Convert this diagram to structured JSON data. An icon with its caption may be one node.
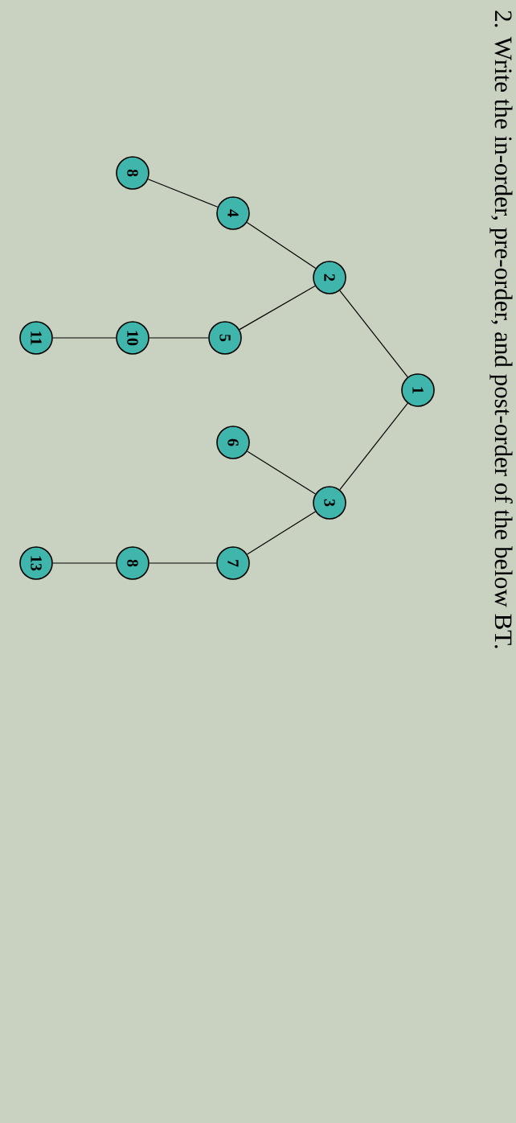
{
  "diagram": {
    "title": "2. Write the in-order, pre-order, and post-order of the below BT.",
    "nodes": [
      {
        "text": [
          "1"
        ]
      },
      {
        "text": [
          "2"
        ]
      },
      {
        "text": [
          "3"
        ]
      },
      {
        "text": [
          "4"
        ]
      },
      {
        "text": [
          "5"
        ]
      },
      {
        "text": [
          "6"
        ]
      },
      {
        "text": [
          "7"
        ]
      },
      {
        "text": [
          "8"
        ]
      },
      {
        "text": [
          "10"
        ]
      },
      {
        "text": [
          "8"
        ]
      },
      {
        "text": [
          "11"
        ]
      },
      {
        "text": [
          "13"
        ]
      }
    ],
    "edges": [
      {
        "from": 0,
        "to": 1,
        "arrow": "none"
      },
      {
        "from": 0,
        "to": 2,
        "arrow": "none"
      },
      {
        "from": 1,
        "to": 3,
        "arrow": "none"
      },
      {
        "from": 1,
        "to": 4,
        "arrow": "none"
      },
      {
        "from": 2,
        "to": 5,
        "arrow": "none"
      },
      {
        "from": 2,
        "to": 6,
        "arrow": "none"
      },
      {
        "from": 3,
        "to": 7,
        "arrow": "none"
      },
      {
        "from": 4,
        "to": 8,
        "arrow": "none"
      },
      {
        "from": 6,
        "to": 9,
        "arrow": "none"
      },
      {
        "from": 8,
        "to": 10,
        "arrow": "none"
      },
      {
        "from": 9,
        "to": 11,
        "arrow": "none"
      }
    ]
  }
}
